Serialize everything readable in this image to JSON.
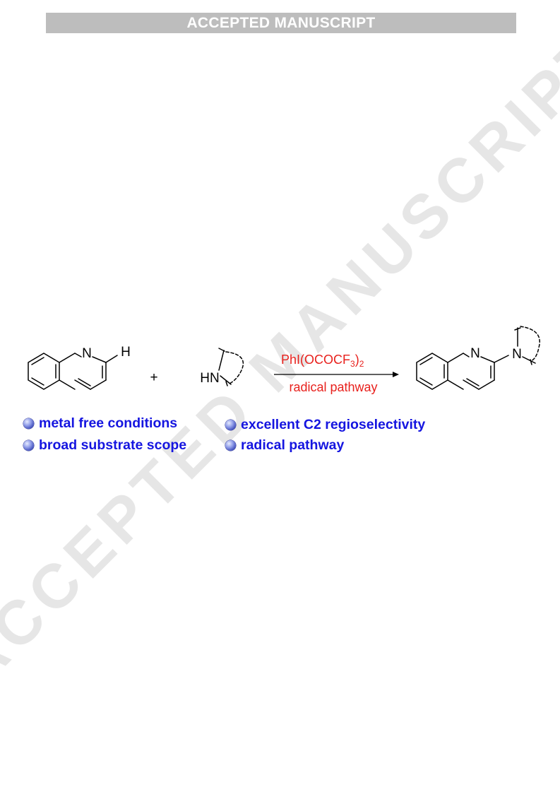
{
  "header": {
    "banner": "ACCEPTED MANUSCRIPT"
  },
  "watermark": {
    "text": "ACCEPTED MANUSCRIPT"
  },
  "scheme": {
    "reactant1": {
      "n_label": "N",
      "h_label": "H"
    },
    "plus": "+",
    "amine": {
      "label": "HN"
    },
    "arrow": {
      "reagent": {
        "main": "PhI(OCOCF",
        "sub1": "3",
        "close": ")",
        "sub2": "2"
      },
      "condition": "radical pathway"
    },
    "product": {
      "ring_n_label": "N",
      "amine_n_label": "N"
    },
    "colors": {
      "reagent_text": "#e8211d",
      "bonds": "#000000"
    }
  },
  "features": {
    "color": "#1515e0",
    "items": [
      {
        "text": "metal free conditions"
      },
      {
        "text": "excellent C2 regioselectivity"
      },
      {
        "text": "broad substrate scope"
      },
      {
        "text": "radical pathway"
      }
    ]
  }
}
